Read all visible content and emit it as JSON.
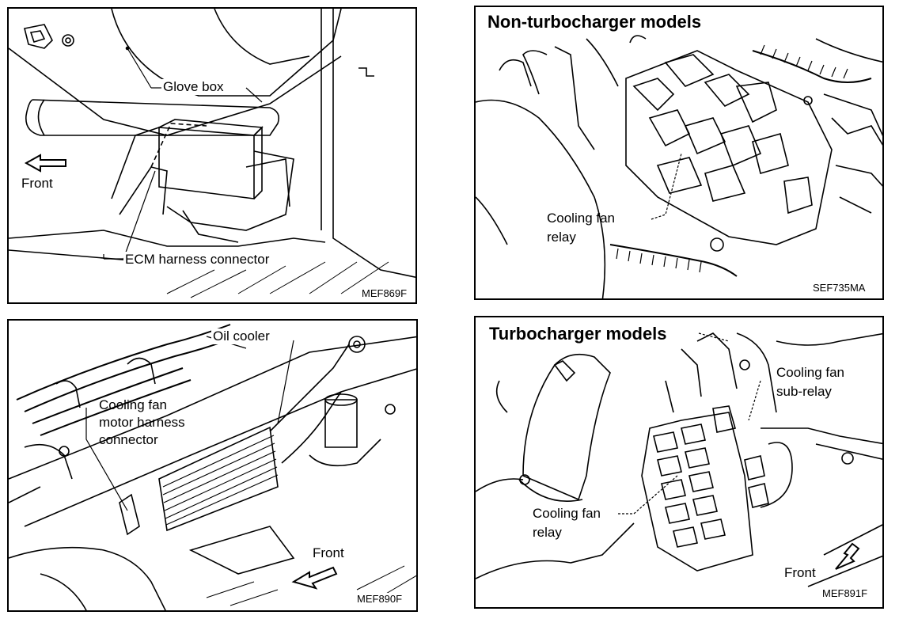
{
  "panel_tl": {
    "labels": {
      "glove_box": "Glove box",
      "front": "Front",
      "ecm": "ECM harness connector"
    },
    "code": "MEF869F"
  },
  "panel_tr": {
    "title": "Non-turbocharger models",
    "labels": {
      "relay_line1": "Cooling fan",
      "relay_line2": "relay"
    },
    "code": "SEF735MA"
  },
  "panel_bl": {
    "labels": {
      "oil_cooler": "Oil cooler",
      "harness_line1": "Cooling fan",
      "harness_line2": "motor harness",
      "harness_line3": "connector",
      "front": "Front"
    },
    "code": "MEF890F"
  },
  "panel_br": {
    "title": "Turbocharger models",
    "labels": {
      "sub_relay_line1": "Cooling fan",
      "sub_relay_line2": "sub-relay",
      "relay_line1": "Cooling fan",
      "relay_line2": "relay",
      "front": "Front"
    },
    "code": "MEF891F"
  }
}
